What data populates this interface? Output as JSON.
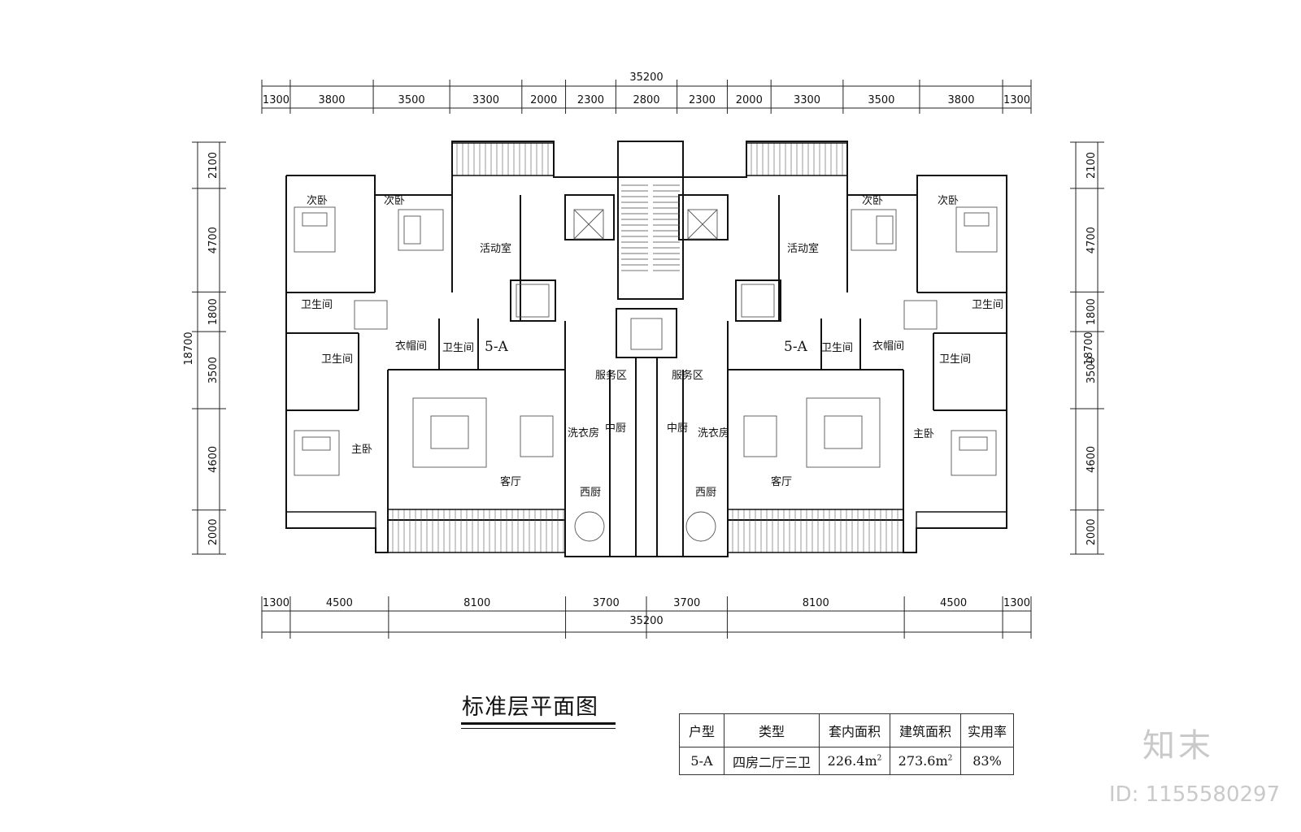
{
  "dimensions": {
    "top_total": "35200",
    "top_segments": [
      "1300",
      "3800",
      "3500",
      "3300",
      "2000",
      "2300",
      "2800",
      "2300",
      "2000",
      "3300",
      "3500",
      "3800",
      "1300"
    ],
    "bottom_total": "35200",
    "bottom_segments": [
      "1300",
      "4500",
      "8100",
      "3700",
      "3700",
      "8100",
      "4500",
      "1300"
    ],
    "left_total": "18700",
    "right_total": "18700",
    "side_segments": [
      "2100",
      "4700",
      "1800",
      "3500",
      "4600",
      "2000"
    ]
  },
  "rooms": {
    "secondary_bedroom": "次卧",
    "activity_room": "活动室",
    "bathroom": "卫生间",
    "closet": "衣帽间",
    "service_area": "服务区",
    "laundry": "洗衣房",
    "chinese_kitchen": "中厨",
    "western_kitchen": "西厨",
    "master_bedroom": "主卧",
    "living_room": "客厅",
    "unit_label": "5-A"
  },
  "title": "标准层平面图",
  "table": {
    "headers": [
      "户型",
      "类型",
      "套内面积",
      "建筑面积",
      "实用率"
    ],
    "row": {
      "unit": "5-A",
      "type": "四房二厅三卫",
      "inner_area": "226.4m",
      "inner_area_sup": "2",
      "gross_area": "273.6m",
      "gross_area_sup": "2",
      "efficiency": "83%"
    }
  },
  "watermark": {
    "logo": "知末",
    "id": "ID: 1155580297"
  }
}
